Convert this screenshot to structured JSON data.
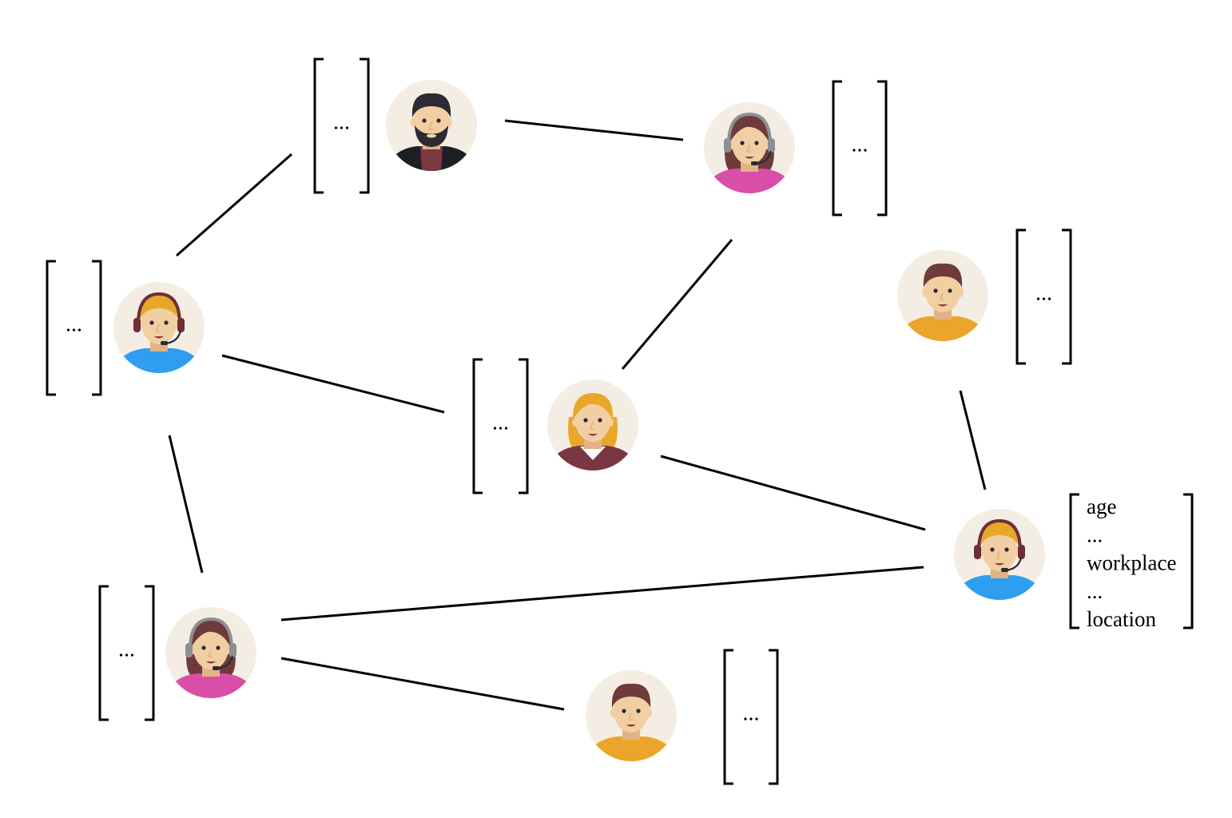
{
  "palette": {
    "background": "#ffffff",
    "avatar_bg": "#f4ede3",
    "skin": "#f1cfa3",
    "skin_shadow": "#e2b384",
    "hair_blonde": "#e9a72a",
    "hair_brown": "#6f3b3a",
    "hair_dark": "#2b2b33",
    "headset": "#8d8f96",
    "shirt_blue": "#2f9ef0",
    "shirt_pink": "#d94fa8",
    "shirt_orange": "#eaa52a",
    "shirt_dark": "#1e1e24",
    "shirt_maroon": "#7a3642"
  },
  "nodes": [
    {
      "id": "bearded-man",
      "avatar": "bearded-man-avatar",
      "attributes": [
        "..."
      ]
    },
    {
      "id": "headset-woman-top",
      "avatar": "headset-woman-avatar",
      "attributes": [
        "..."
      ]
    },
    {
      "id": "headset-man-left",
      "avatar": "headset-man-avatar",
      "attributes": [
        "..."
      ]
    },
    {
      "id": "blonde-woman",
      "avatar": "blonde-woman-avatar",
      "attributes": [
        "..."
      ]
    },
    {
      "id": "man-right",
      "avatar": "brown-hair-man-avatar",
      "attributes": [
        "..."
      ]
    },
    {
      "id": "headset-man-right",
      "avatar": "headset-man-avatar",
      "attributes": [
        "age",
        "...",
        "workplace",
        "...",
        "location"
      ]
    },
    {
      "id": "headset-woman-bottom",
      "avatar": "headset-woman-avatar",
      "attributes": [
        "..."
      ]
    },
    {
      "id": "man-bottom",
      "avatar": "brown-hair-man-avatar",
      "attributes": [
        "..."
      ]
    }
  ],
  "edges": [
    [
      "headset-man-left",
      "bearded-man"
    ],
    [
      "bearded-man",
      "headset-woman-top"
    ],
    [
      "headset-woman-top",
      "blonde-woman"
    ],
    [
      "headset-man-left",
      "blonde-woman"
    ],
    [
      "headset-man-left",
      "headset-woman-bottom"
    ],
    [
      "blonde-woman",
      "headset-man-right"
    ],
    [
      "man-right",
      "headset-man-right"
    ],
    [
      "headset-woman-bottom",
      "headset-man-right"
    ],
    [
      "headset-woman-bottom",
      "man-bottom"
    ]
  ]
}
